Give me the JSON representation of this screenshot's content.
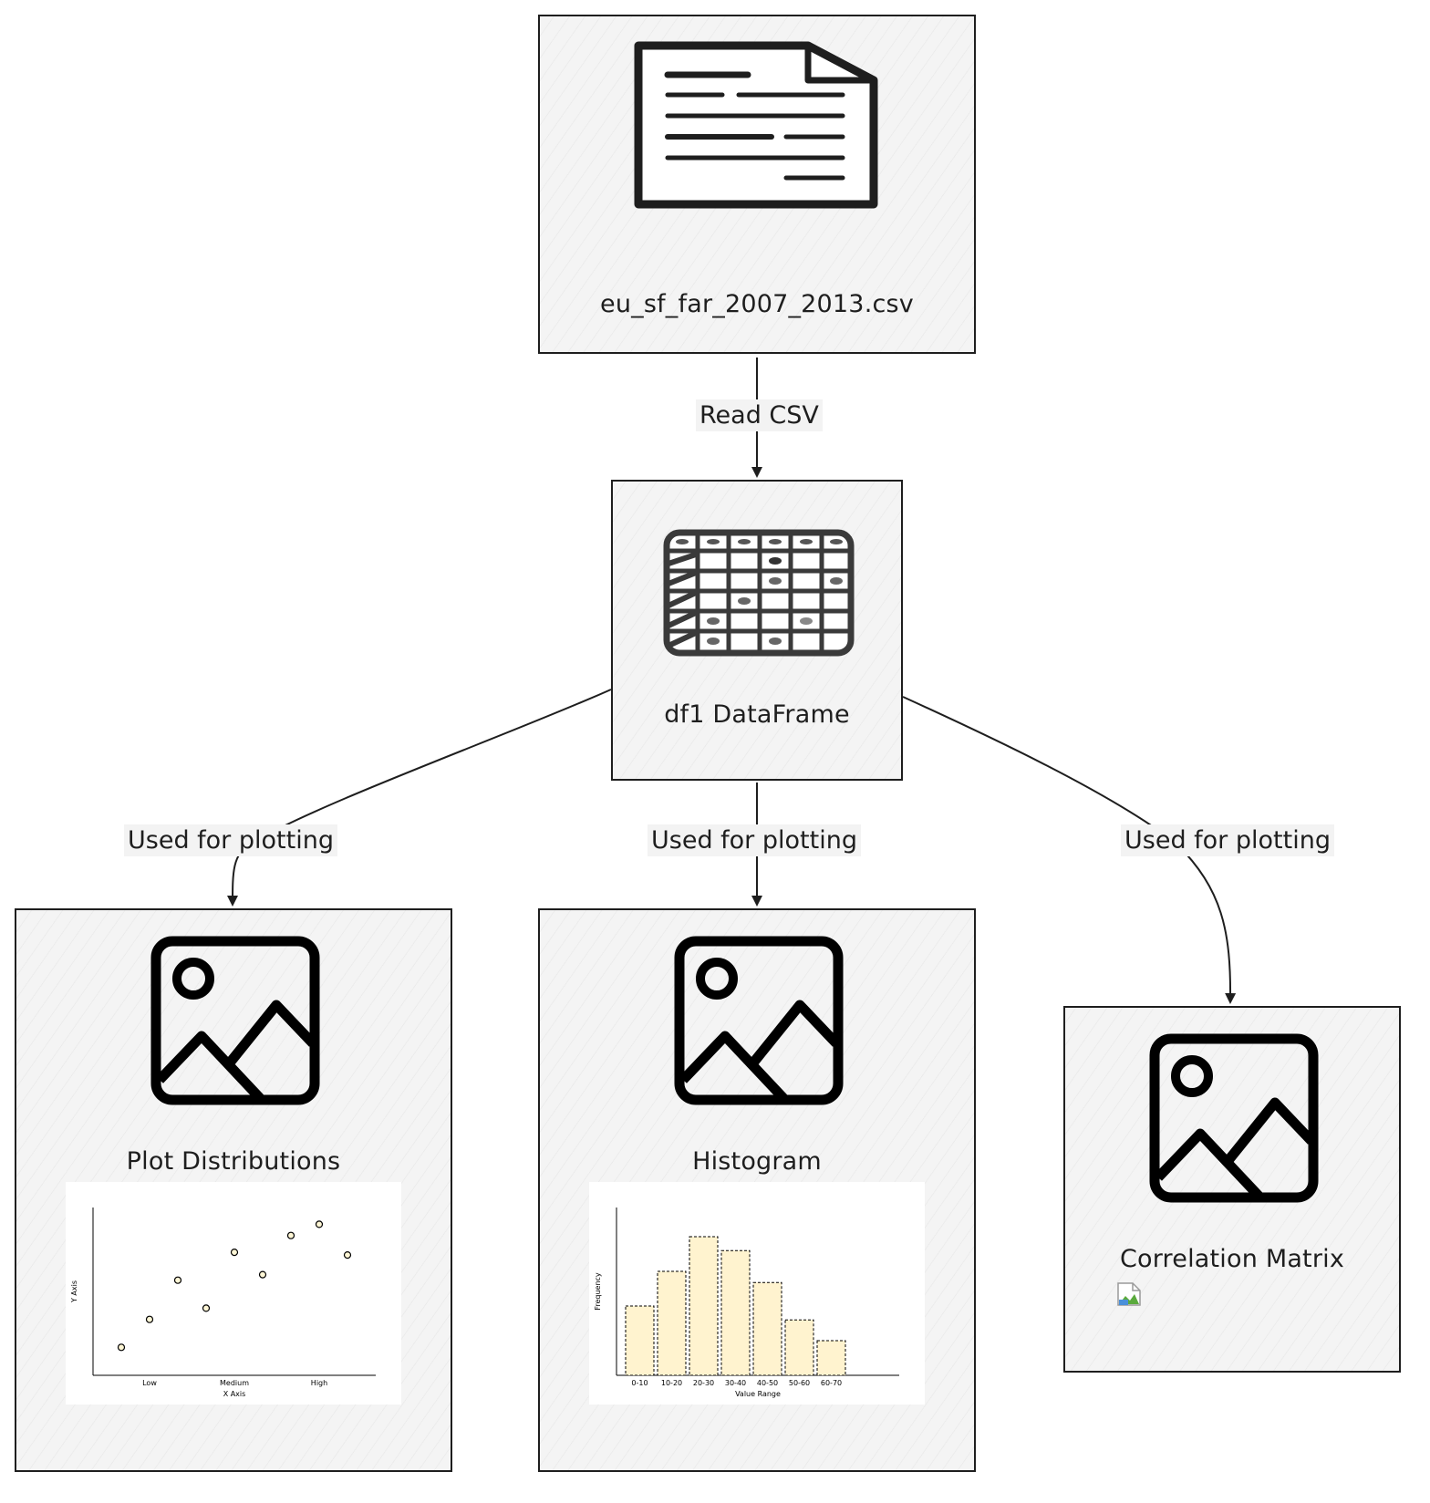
{
  "nodes": {
    "csv": {
      "label": "eu_sf_far_2007_2013.csv",
      "icon": "document-icon"
    },
    "df": {
      "label": "df1 DataFrame",
      "icon": "table-icon"
    },
    "plot": {
      "label": "Plot Distributions",
      "icon": "image-icon"
    },
    "hist": {
      "label": "Histogram",
      "icon": "image-icon"
    },
    "corr": {
      "label": "Correlation Matrix",
      "icon": "image-icon"
    }
  },
  "edges": {
    "read": "Read CSV",
    "plot1": "Used for plotting",
    "plot2": "Used for plotting",
    "plot3": "Used for plotting"
  },
  "scatter_thumbnail": {
    "xlabel": "X Axis",
    "ylabel": "Y Axis",
    "ticks": [
      "Low",
      "Medium",
      "High"
    ],
    "points": [
      {
        "x": 1,
        "y": 1.0
      },
      {
        "x": 2,
        "y": 2.0
      },
      {
        "x": 3,
        "y": 3.4
      },
      {
        "x": 4,
        "y": 2.4
      },
      {
        "x": 5,
        "y": 4.4
      },
      {
        "x": 6,
        "y": 3.6
      },
      {
        "x": 7,
        "y": 5.0
      },
      {
        "x": 8,
        "y": 5.4
      },
      {
        "x": 9,
        "y": 4.3
      }
    ],
    "point_color": "#fff7d6"
  },
  "histogram_thumbnail": {
    "xlabel": "Value Range",
    "ylabel": "Frequency",
    "bins": [
      "0-10",
      "10-20",
      "20-30",
      "30-40",
      "40-50",
      "50-60",
      "60-70"
    ],
    "values": [
      5,
      7.5,
      10,
      9,
      6.7,
      4,
      2.5
    ],
    "bar_color": "#fff3cf"
  },
  "colors": {
    "stroke": "#1e1e1e",
    "node_fill": "#f4f4f4"
  }
}
